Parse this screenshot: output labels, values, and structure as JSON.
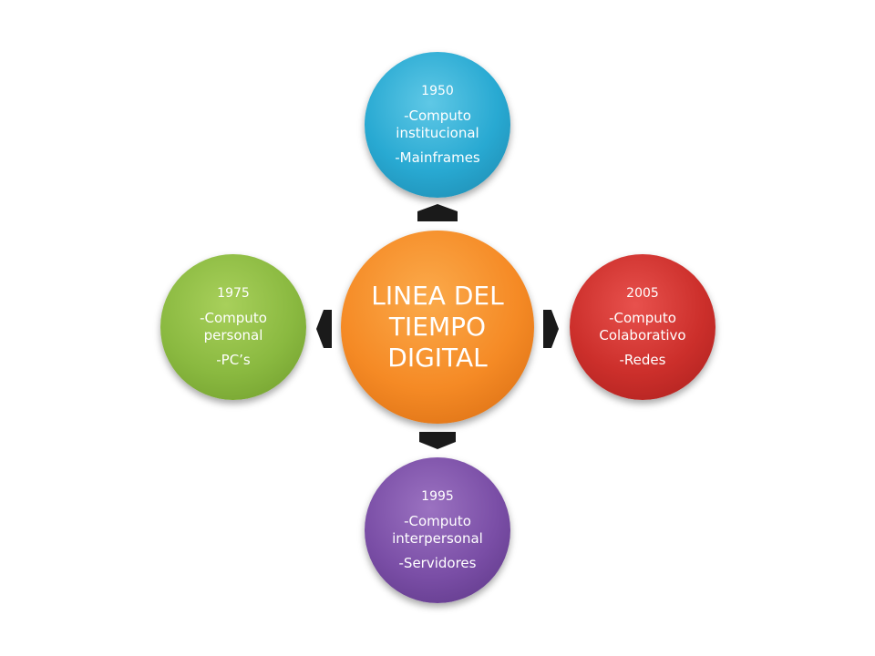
{
  "diagram": {
    "center": {
      "title_lines": [
        "LINEA DEL",
        "TIEMPO",
        "DIGITAL"
      ],
      "color": "#f58a25"
    },
    "nodes": [
      {
        "id": "top",
        "year": "1950",
        "lines": [
          "-Computo",
          "institucional"
        ],
        "extra": "-Mainframes",
        "color": "#28a9d2"
      },
      {
        "id": "right",
        "year": "2005",
        "lines": [
          "-Computo",
          "Colaborativo"
        ],
        "extra": "-Redes",
        "color": "#cc2f2b"
      },
      {
        "id": "bottom",
        "year": "1995",
        "lines": [
          "-Computo",
          "interpersonal"
        ],
        "extra": "-Servidores",
        "color": "#7a4ea6"
      },
      {
        "id": "left",
        "year": "1975",
        "lines": [
          "-Computo",
          "personal"
        ],
        "extra": "-PC’s",
        "color": "#8ab940"
      }
    ]
  }
}
